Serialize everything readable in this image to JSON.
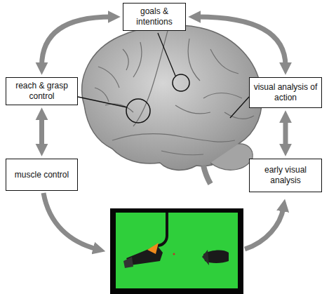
{
  "diagram": {
    "nodes": [
      {
        "text": [
          "goals & intentions"
        ]
      },
      {
        "text": [
          "reach & grasp control"
        ]
      },
      {
        "text": [
          "visual analysis of action"
        ]
      },
      {
        "text": [
          "muscle control"
        ]
      },
      {
        "text": [
          "early visual analysis"
        ]
      }
    ],
    "edges": [
      {
        "from": 0,
        "to": 1,
        "arrow": "both"
      },
      {
        "from": 0,
        "to": 2,
        "arrow": "both"
      },
      {
        "from": 1,
        "to": 3,
        "arrow": "both"
      },
      {
        "from": 2,
        "to": 4,
        "arrow": "both"
      }
    ]
  }
}
